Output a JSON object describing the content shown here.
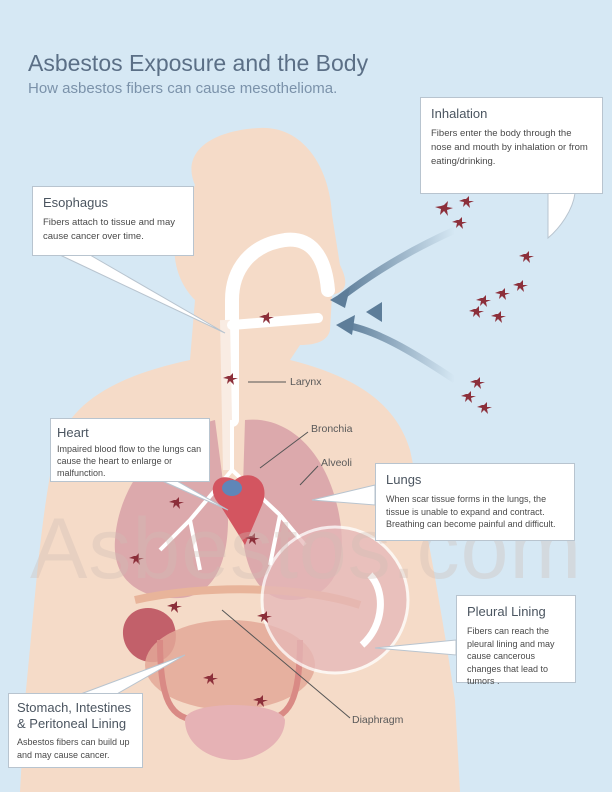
{
  "title": "Asbestos Exposure and the Body",
  "subtitle": "How asbestos fibers can cause mesothelioma.",
  "watermark": "Asbestos.com",
  "callouts": {
    "inhalation": {
      "heading": "Inhalation",
      "text": "Fibers enter the body through the nose and mouth by inhalation or from eating/drinking."
    },
    "esophagus": {
      "heading": "Esophagus",
      "text": "Fibers attach to tissue and may cause cancer over time."
    },
    "heart": {
      "heading": "Heart",
      "text": "Impaired blood flow to the lungs can cause the heart to enlarge or malfunction."
    },
    "lungs": {
      "heading": "Lungs",
      "text": "When scar tissue forms in the lungs, the tissue is unable to expand and contract. Breathing can become painful and difficult."
    },
    "pleural": {
      "heading": "Pleural Lining",
      "text": "Fibers can reach the pleural lining and may cause cancerous changes that lead to tumors ."
    },
    "stomach": {
      "heading": "Stomach, Intestines & Peritoneal Lining",
      "text": "Asbestos fibers can build up and may cause cancer."
    }
  },
  "labels": {
    "larynx": "Larynx",
    "bronchia": "Bronchia",
    "alveoli": "Alveoli",
    "diaphragm": "Diaphragm"
  },
  "colors": {
    "background": "#d6e8f4",
    "skin": "#f5dbc8",
    "lung": "#d9a3a8",
    "heart": "#d35560",
    "fiber": "#8c2f3a",
    "arrow": "#5d7d99"
  }
}
